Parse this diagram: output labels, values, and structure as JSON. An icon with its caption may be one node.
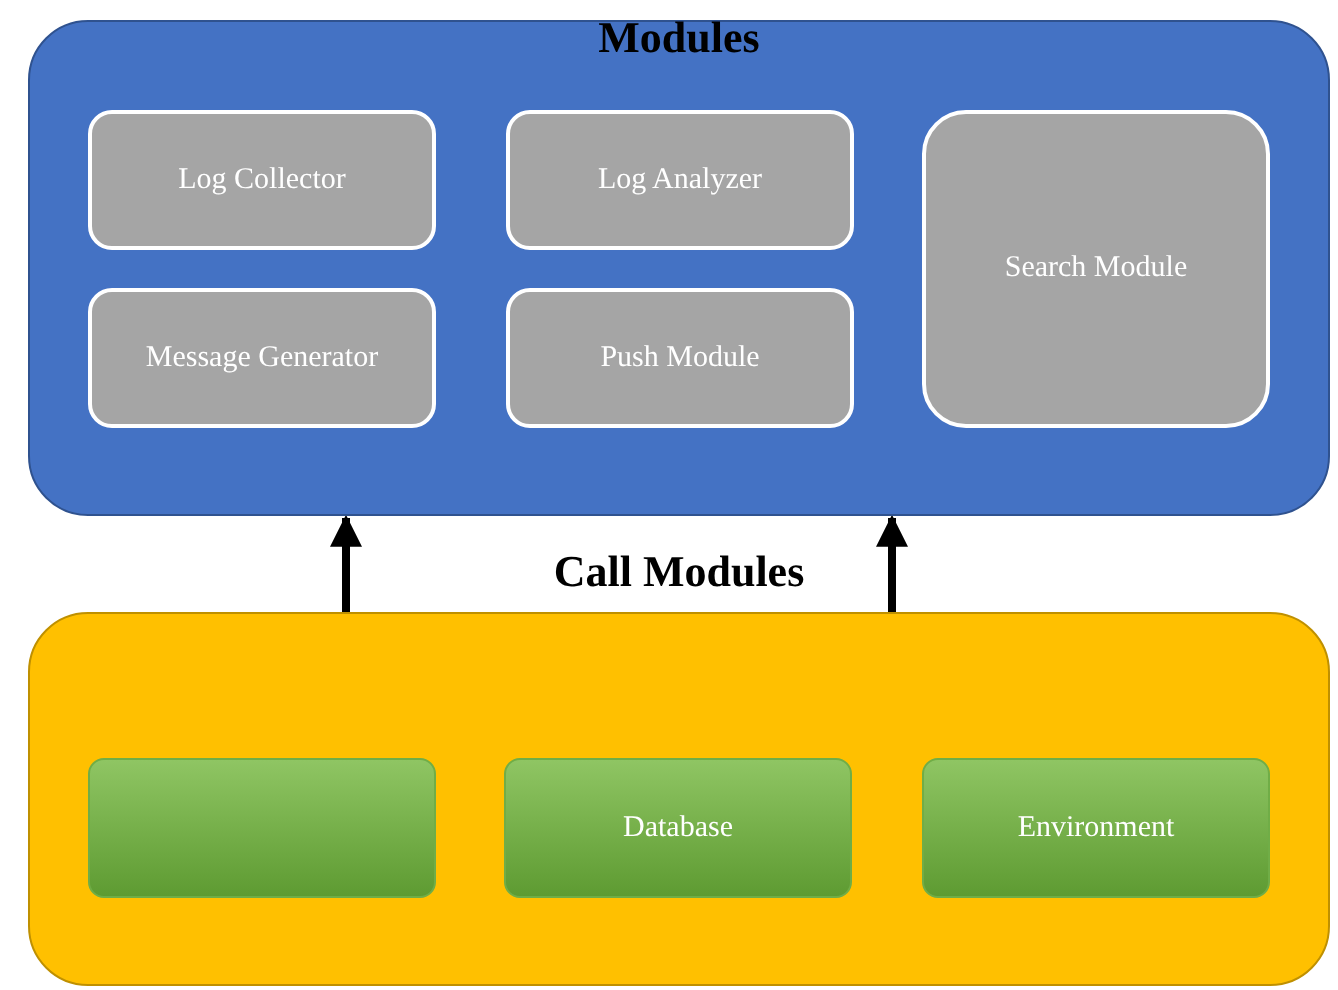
{
  "diagram": {
    "nodes": [
      {
        "text": [
          "Modules"
        ]
      },
      {
        "text": [
          "Log Collector"
        ],
        "in": 0
      },
      {
        "text": [
          "Log Analyzer"
        ],
        "in": 0
      },
      {
        "text": [
          "Message Generator"
        ],
        "in": 0
      },
      {
        "text": [
          "Push Module"
        ],
        "in": 0
      },
      {
        "text": [
          "Search Module"
        ],
        "in": 0
      },
      {
        "text": [
          "Call Modules"
        ]
      },
      {
        "text": [],
        "shape": "box",
        "in": 6
      },
      {
        "text": [
          "Database"
        ],
        "in": 6
      },
      {
        "text": [
          "Environment"
        ],
        "in": 6
      }
    ],
    "edges": [
      {
        "from": 6,
        "to": 0,
        "arrow": "to"
      },
      {
        "from": 6,
        "to": 0,
        "arrow": "to"
      }
    ]
  }
}
